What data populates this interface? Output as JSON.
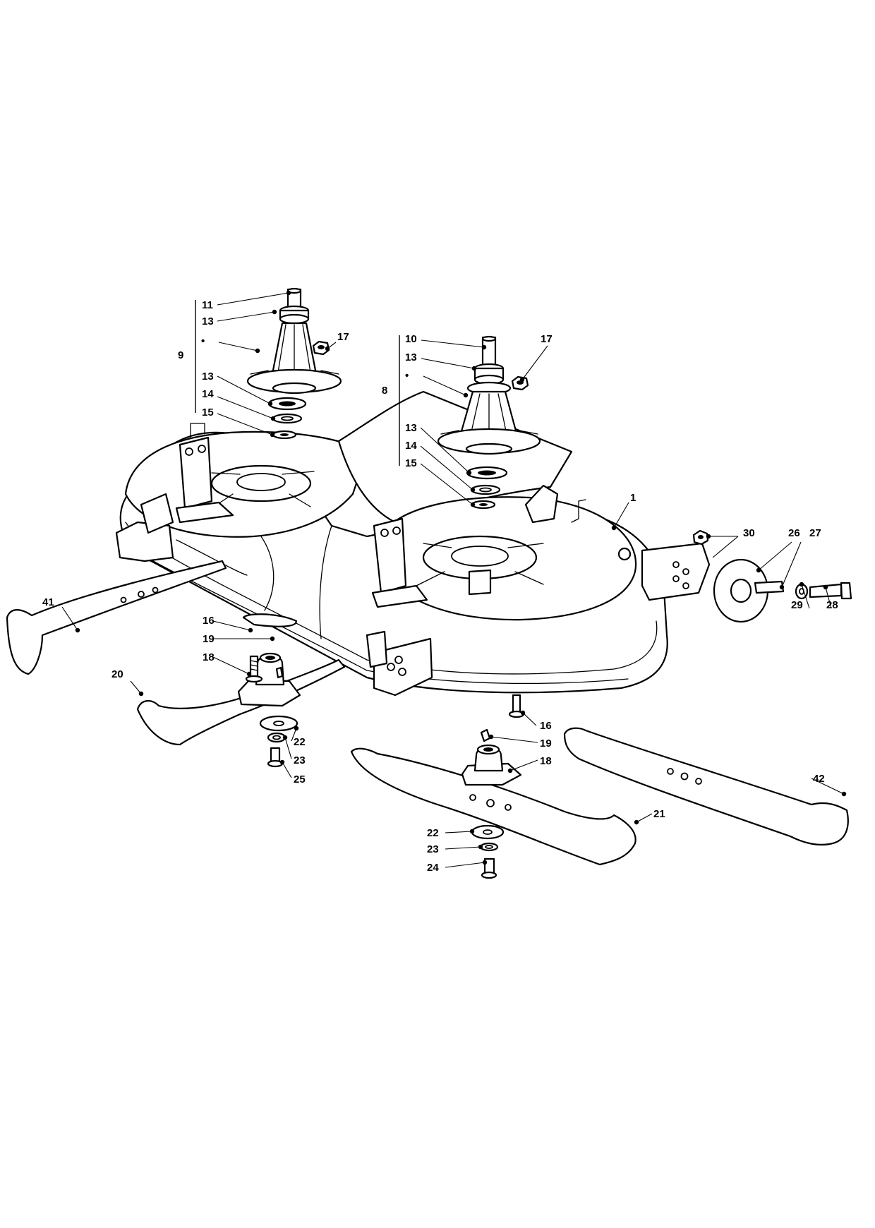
{
  "callouts": [
    {
      "id": "c11",
      "text": "11"
    },
    {
      "id": "c13a",
      "text": "13"
    },
    {
      "id": "c9bul",
      "text": "•"
    },
    {
      "id": "c9",
      "text": "9"
    },
    {
      "id": "c13b",
      "text": "13"
    },
    {
      "id": "c14a",
      "text": "14"
    },
    {
      "id": "c15a",
      "text": "15"
    },
    {
      "id": "c17a",
      "text": "17"
    },
    {
      "id": "c10",
      "text": "10"
    },
    {
      "id": "c13c",
      "text": "13"
    },
    {
      "id": "c8bul",
      "text": "•"
    },
    {
      "id": "c8",
      "text": "8"
    },
    {
      "id": "c17b",
      "text": "17"
    },
    {
      "id": "c13d",
      "text": "13"
    },
    {
      "id": "c14b",
      "text": "14"
    },
    {
      "id": "c15b",
      "text": "15"
    },
    {
      "id": "c1",
      "text": "1"
    },
    {
      "id": "c30",
      "text": "30"
    },
    {
      "id": "c26",
      "text": "26"
    },
    {
      "id": "c27",
      "text": "27"
    },
    {
      "id": "c29",
      "text": "29"
    },
    {
      "id": "c28",
      "text": "28"
    },
    {
      "id": "c41",
      "text": "41"
    },
    {
      "id": "c16a",
      "text": "16"
    },
    {
      "id": "c19a",
      "text": "19"
    },
    {
      "id": "c18a",
      "text": "18"
    },
    {
      "id": "c20",
      "text": "20"
    },
    {
      "id": "c22a",
      "text": "22"
    },
    {
      "id": "c23a",
      "text": "23"
    },
    {
      "id": "c25",
      "text": "25"
    },
    {
      "id": "c16b",
      "text": "16"
    },
    {
      "id": "c19b",
      "text": "19"
    },
    {
      "id": "c18b",
      "text": "18"
    },
    {
      "id": "c42",
      "text": "42"
    },
    {
      "id": "c21",
      "text": "21"
    },
    {
      "id": "c22b",
      "text": "22"
    },
    {
      "id": "c23b",
      "text": "23"
    },
    {
      "id": "c24",
      "text": "24"
    }
  ]
}
